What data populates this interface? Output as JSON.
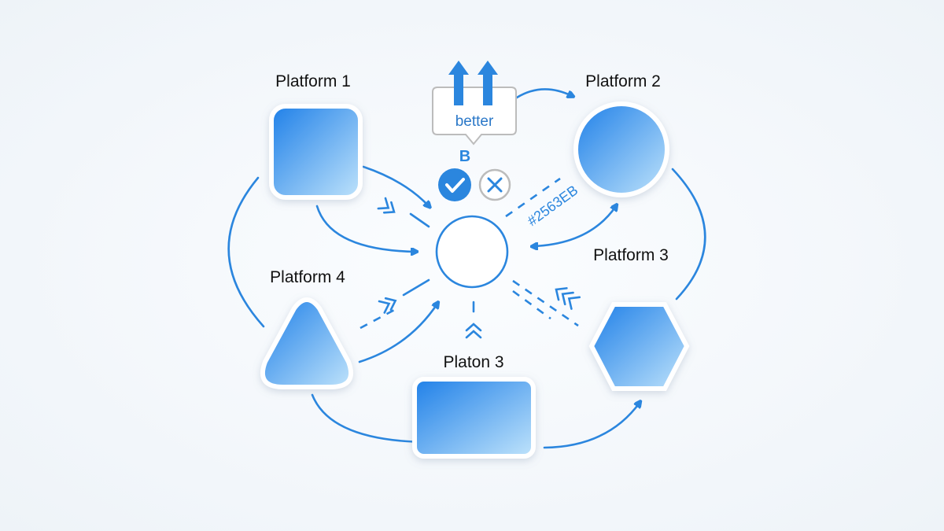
{
  "nodes": {
    "platform1": {
      "label": "Platform 1",
      "shape": "rounded-square"
    },
    "platform2": {
      "label": "Platform 2",
      "shape": "circle"
    },
    "platform3": {
      "label": "Platform 3",
      "shape": "hexagon"
    },
    "platform4": {
      "label": "Platform 4",
      "shape": "triangle"
    },
    "platon3": {
      "label": "Platon 3",
      "shape": "rectangle"
    },
    "hub": {
      "shape": "circle-outline"
    }
  },
  "callout": {
    "text": "better",
    "icon": "double-up-arrow-icon"
  },
  "choice": {
    "label": "B",
    "accept_icon": "check-circle-icon",
    "reject_icon": "x-circle-icon"
  },
  "color_annotation": "#2563EB",
  "colors": {
    "accent": "#2b86de",
    "fill_start": "#1f80e8",
    "fill_end": "#bfe3fb"
  }
}
